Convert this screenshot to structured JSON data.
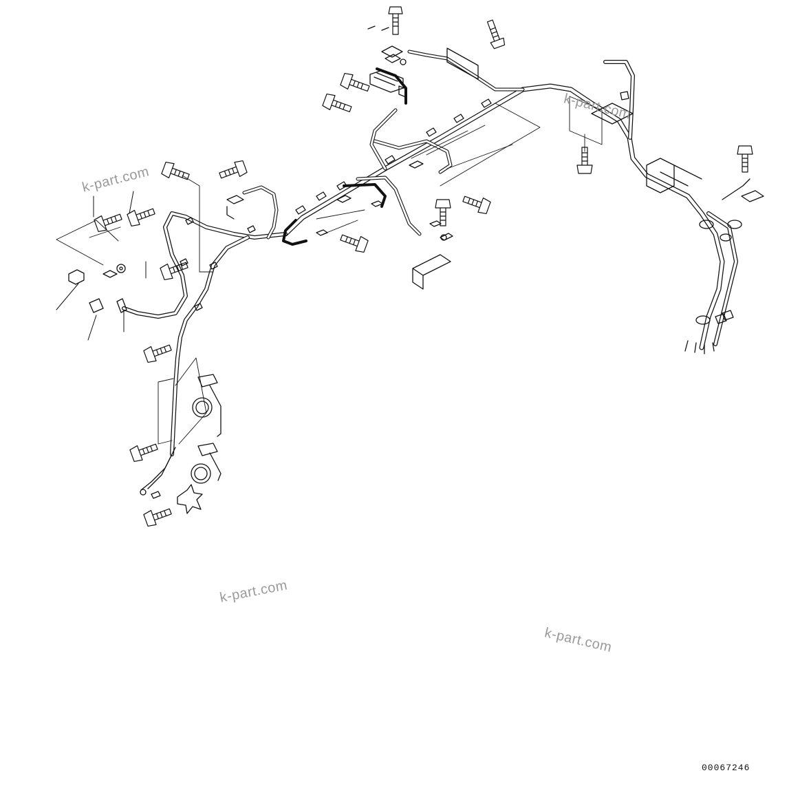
{
  "watermarks": [
    "k-part.com",
    "k-part.com",
    "k-part.com",
    "k-part.com"
  ],
  "drawing_number": "00067246"
}
